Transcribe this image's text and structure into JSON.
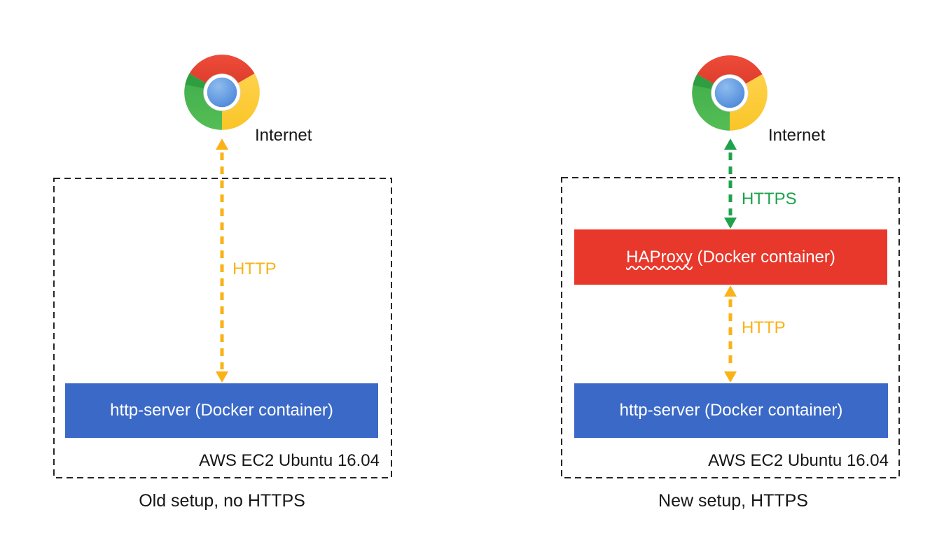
{
  "colors": {
    "http_orange": "#FBB216",
    "https_green": "#1FA24C",
    "server_blue": "#3B69C7",
    "proxy_red": "#E8382B",
    "border_dark": "#262626"
  },
  "left_panel": {
    "internet_label": "Internet",
    "http_label": "HTTP",
    "server_label": "http-server (Docker container)",
    "host_label": "AWS EC2 Ubuntu 16.04",
    "caption": "Old setup, no HTTPS"
  },
  "right_panel": {
    "internet_label": "Internet",
    "https_label": "HTTPS",
    "proxy_name": "HAProxy",
    "proxy_rest": " (Docker container)",
    "http_label": "HTTP",
    "server_label": "http-server (Docker container)",
    "host_label": "AWS EC2 Ubuntu 16.04",
    "caption": "New setup, HTTPS"
  },
  "icons": {
    "left_browser": "chrome-icon",
    "right_browser": "chrome-icon"
  }
}
